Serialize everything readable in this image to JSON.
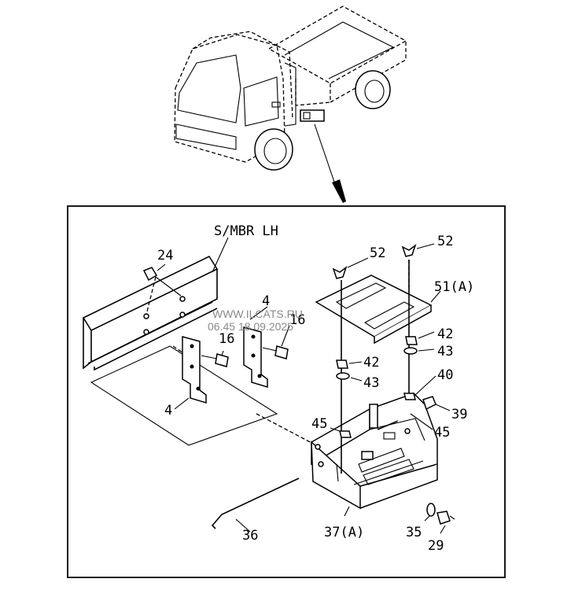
{
  "watermark": {
    "line1": "WWW.ILCATS.RU",
    "line2": "06.45 18.09.2025"
  },
  "labels": {
    "smbr": "S/MBR LH",
    "p24": "24",
    "p4_upper": "4",
    "p4_lower": "4",
    "p16_left": "16",
    "p16_right": "16",
    "p52_left": "52",
    "p52_right": "52",
    "p51": "51(A)",
    "p42_right": "42",
    "p43_right": "43",
    "p42_left": "42",
    "p43_left": "43",
    "p40": "40",
    "p39": "39",
    "p45_left": "45",
    "p45_right": "45",
    "p36": "36",
    "p37": "37(A)",
    "p35": "35",
    "p29": "29"
  }
}
